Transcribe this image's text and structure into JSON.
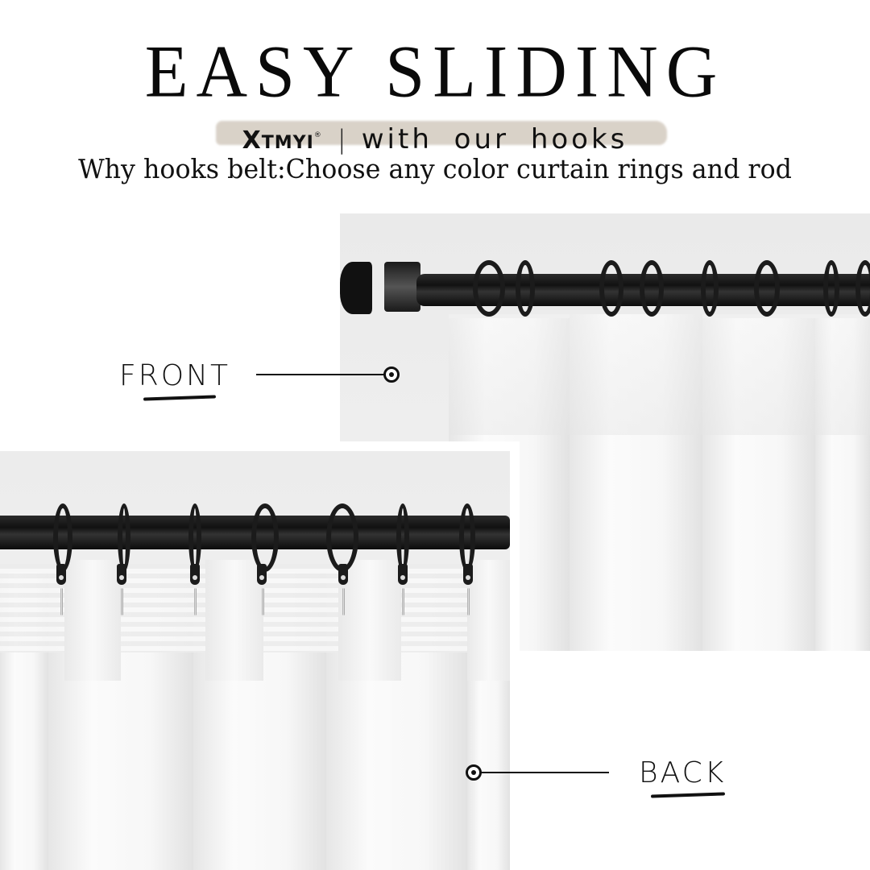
{
  "header": {
    "title": "EASY SLIDING",
    "brand": {
      "initial": "X",
      "rest": "TMYI",
      "mark": "®"
    },
    "separator": "|",
    "tagline": "with our hooks",
    "description": "Why hooks belt:Choose any color curtain rings and rod",
    "brush_color": "#d8d0c6"
  },
  "photos": {
    "front": {
      "alt": "front view of white curtain on black rod with rings",
      "ring_count": 8,
      "rod_color": "#111111"
    },
    "back": {
      "alt": "back view of white curtain with hooks on black rings",
      "ring_count": 7,
      "rod_color": "#111111"
    }
  },
  "callouts": {
    "front": {
      "label": "FRONT"
    },
    "back": {
      "label": "BACK"
    }
  }
}
